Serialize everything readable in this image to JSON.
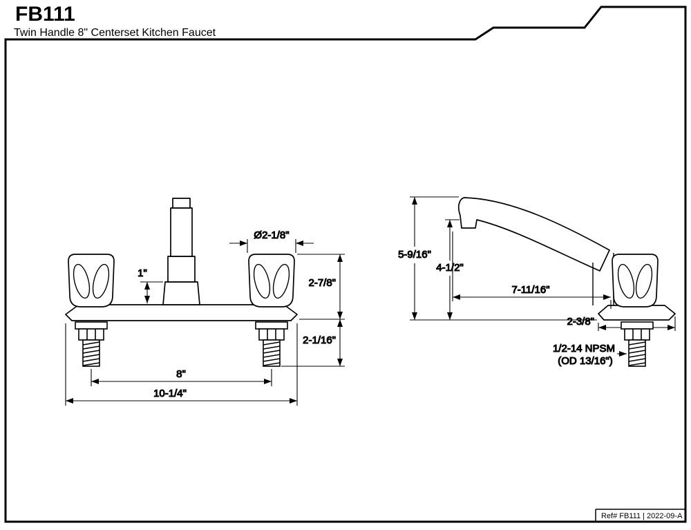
{
  "header": {
    "model": "FB111",
    "product_name": "Twin Handle 8\" Centerset Kitchen Faucet"
  },
  "front_view": {
    "dims": [
      "Ø2-1/8\"",
      "1\"",
      "2-7/8\"",
      "2-1/16\"",
      "8\"",
      "10-1/4\""
    ]
  },
  "side_view": {
    "dims": [
      "5-9/16\"",
      "4-1/2\"",
      "7-11/16\"",
      "2-3/8\""
    ],
    "thread_spec": [
      "1/2-14 NPSM",
      "(OD 13/16\")"
    ]
  },
  "footer": {
    "ref": "Ref# FB111 | 2022-09-A"
  },
  "colors": {
    "line": "#000000",
    "background": "#ffffff"
  }
}
